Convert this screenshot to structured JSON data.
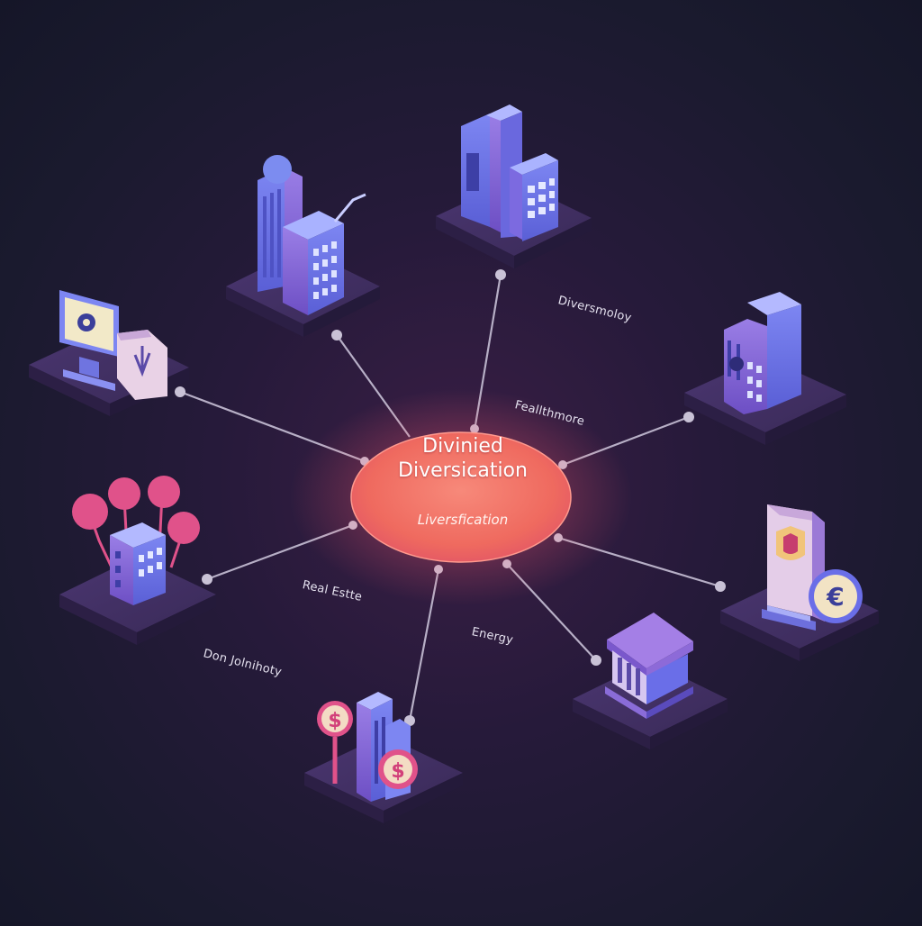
{
  "hub": {
    "title_line1": "Divinied",
    "title_line2": "Diversication",
    "subtitle": "Liversfication"
  },
  "labels": {
    "top_right": "Diversmoloy",
    "upper_right": "Feallthmore",
    "real_estate": "Real Estte",
    "energy": "Energy",
    "lower_left": "Don Jolnihoty"
  },
  "icons": {
    "sector_skyscrapers": "skyscraper-icon",
    "sector_office_tower": "office-building-icon",
    "sector_computer": "computer-download-icon",
    "sector_highrise": "highrise-building-icon",
    "sector_balloons": "balloon-building-icon",
    "sector_secure_doc": "shield-document-icon",
    "sector_euro": "euro-coin-icon",
    "sector_bank": "bank-icon",
    "sector_dollar": "dollar-tower-icon"
  },
  "colors": {
    "background": "#1a1a2e",
    "hub": "#f06a5e",
    "building": "#6a6ee8",
    "platform": "#3e2d5c",
    "connector": "#b7afc6",
    "accent_pink": "#e0528a"
  }
}
